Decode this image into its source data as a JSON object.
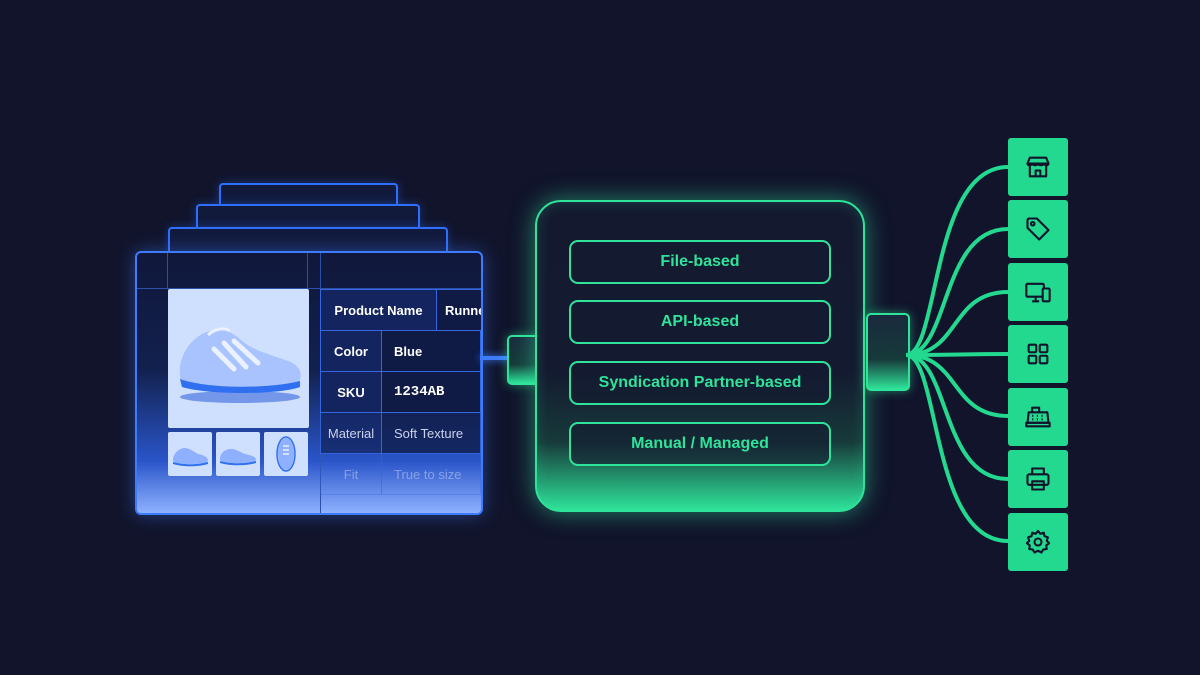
{
  "product_card": {
    "rows": [
      {
        "label": "Product Name",
        "value": "Runner"
      },
      {
        "label": "Color",
        "value": "Blue"
      },
      {
        "label": "SKU",
        "value": "1234AB"
      },
      {
        "label": "Material",
        "value": "Soft Texture"
      },
      {
        "label": "Fit",
        "value": "True to size"
      }
    ]
  },
  "hub": {
    "methods": [
      "File-based",
      "API-based",
      "Syndication Partner-based",
      "Manual / Managed"
    ]
  },
  "channels": {
    "icons": [
      "storefront-icon",
      "price-tag-icon",
      "devices-icon",
      "grid-apps-icon",
      "cash-register-icon",
      "printer-icon",
      "gear-icon"
    ]
  },
  "colors": {
    "background": "#11142b",
    "blue_accent": "#3d7cff",
    "green_accent": "#2fe39a",
    "tile_green": "#22d98f"
  }
}
